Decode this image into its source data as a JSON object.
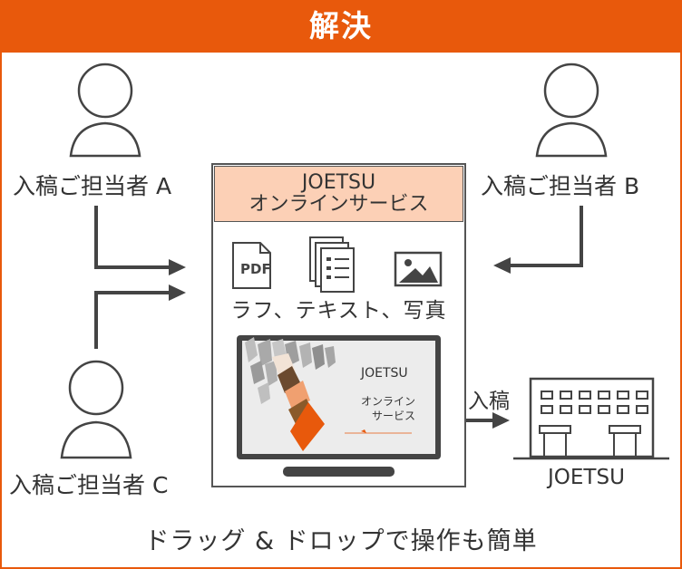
{
  "header": {
    "title": "解決"
  },
  "persons": [
    {
      "label": "入稿ご担当者 A"
    },
    {
      "label": "入稿ご担当者 B"
    },
    {
      "label": "入稿ご担当者 C"
    }
  ],
  "service": {
    "title_line1": "JOETSU",
    "title_line2": "オンラインサービス",
    "pdf_label": "PDF",
    "materials": "ラフ、テキスト、写真",
    "screen_logo": "JOETSU",
    "screen_line1": "オンライン",
    "screen_line2": "サービス"
  },
  "submit_label": "入稿",
  "company": {
    "name": "JOETSU"
  },
  "footer": {
    "text": "ドラッグ & ドロップで操作も簡単"
  },
  "colors": {
    "accent": "#e8590c",
    "service_header": "#fcd0b6",
    "line": "#444444"
  }
}
